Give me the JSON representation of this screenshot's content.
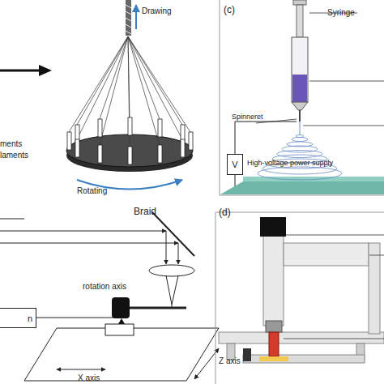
{
  "diagram": {
    "nodes": [
      {
        "text": [
          "V"
        ]
      },
      {
        "text": [
          "n"
        ]
      }
    ],
    "labels": [
      "ments",
      "laments",
      "Drawing",
      "Rotating",
      "Braid",
      "(c)",
      "Syringe",
      "Spinneret",
      "High-voltage power supply",
      "rotation axis",
      "Z axis",
      "X axis",
      "(d)"
    ]
  }
}
